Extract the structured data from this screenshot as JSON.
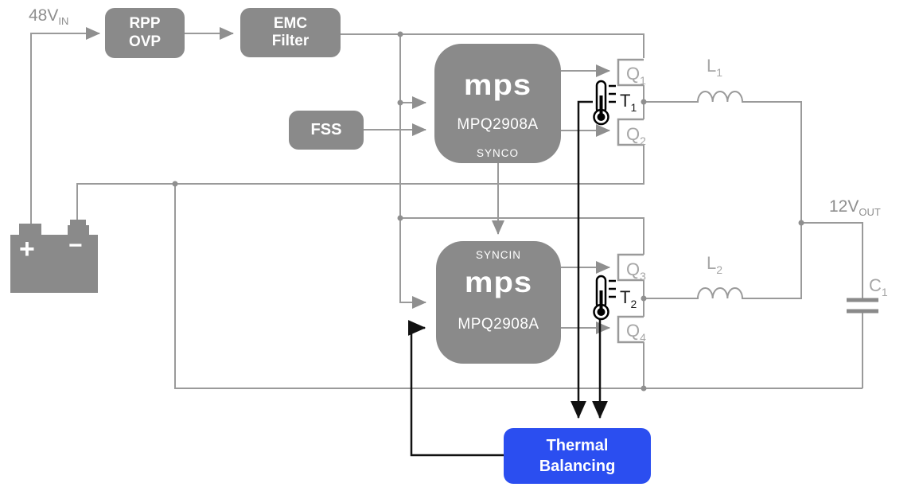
{
  "title": "48V to 12V dual-phase converter with thermal balancing diagram",
  "colors": {
    "block_gray": "#8a8a8a",
    "wire_gray": "#9a9a9a",
    "component_label_gray": "#a6a6a6",
    "value_label_gray": "#8f8f8f",
    "signal_black": "#111111",
    "thermal_blue": "#2b4ef0",
    "text_white": "#ffffff"
  },
  "labels": {
    "vin": {
      "main": "48V",
      "sub": "IN"
    },
    "vout": {
      "main": "12V",
      "sub": "OUT"
    },
    "rpp_ovp": {
      "line1": "RPP",
      "line2": "OVP"
    },
    "emc_filter": {
      "line1": "EMC",
      "line2": "Filter"
    },
    "fss": "FSS",
    "chip1": {
      "logo": "mps",
      "part": "MPQ2908A",
      "sync": "SYNCO"
    },
    "chip2": {
      "logo": "mps",
      "part": "MPQ2908A",
      "sync": "SYNCIN"
    },
    "q1": {
      "main": "Q",
      "sub": "1"
    },
    "q2": {
      "main": "Q",
      "sub": "2"
    },
    "q3": {
      "main": "Q",
      "sub": "3"
    },
    "q4": {
      "main": "Q",
      "sub": "4"
    },
    "t1": {
      "main": "T",
      "sub": "1"
    },
    "t2": {
      "main": "T",
      "sub": "2"
    },
    "l1": {
      "main": "L",
      "sub": "1"
    },
    "l2": {
      "main": "L",
      "sub": "2"
    },
    "c1": {
      "main": "C",
      "sub": "1"
    },
    "thermal": {
      "line1": "Thermal",
      "line2": "Balancing"
    },
    "battery": {
      "plus": "+",
      "minus": "−"
    }
  }
}
